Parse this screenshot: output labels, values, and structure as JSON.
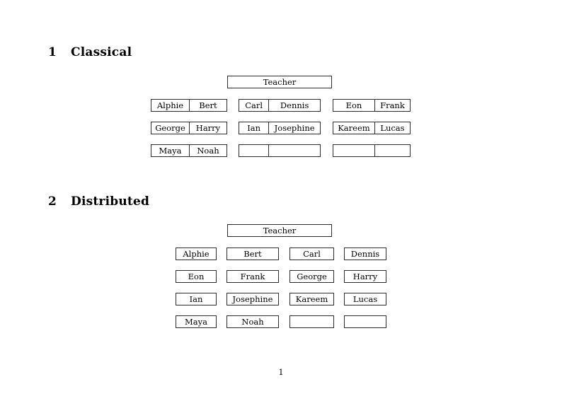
{
  "document": {
    "page_number": "1",
    "teacher_label": "Teacher"
  },
  "sections": [
    {
      "number": "1",
      "title": "Classical",
      "layout": "grouped-pairs",
      "teacher": "Teacher",
      "groups": [
        {
          "rows": [
            [
              "Alphie",
              "Bert"
            ],
            [
              "George",
              "Harry"
            ],
            [
              "Maya",
              "Noah"
            ]
          ]
        },
        {
          "rows": [
            [
              "Carl",
              "Dennis"
            ],
            [
              "Ian",
              "Josephine"
            ],
            [
              "",
              ""
            ]
          ]
        },
        {
          "rows": [
            [
              "Eon",
              "Frank"
            ],
            [
              "Kareem",
              "Lucas"
            ],
            [
              "",
              ""
            ]
          ]
        }
      ]
    },
    {
      "number": "2",
      "title": "Distributed",
      "layout": "separate-boxes",
      "teacher": "Teacher",
      "rows": [
        [
          "Alphie",
          "Bert",
          "Carl",
          "Dennis"
        ],
        [
          "Eon",
          "Frank",
          "George",
          "Harry"
        ],
        [
          "Ian",
          "Josephine",
          "Kareem",
          "Lucas"
        ],
        [
          "Maya",
          "Noah",
          "",
          ""
        ]
      ]
    }
  ]
}
